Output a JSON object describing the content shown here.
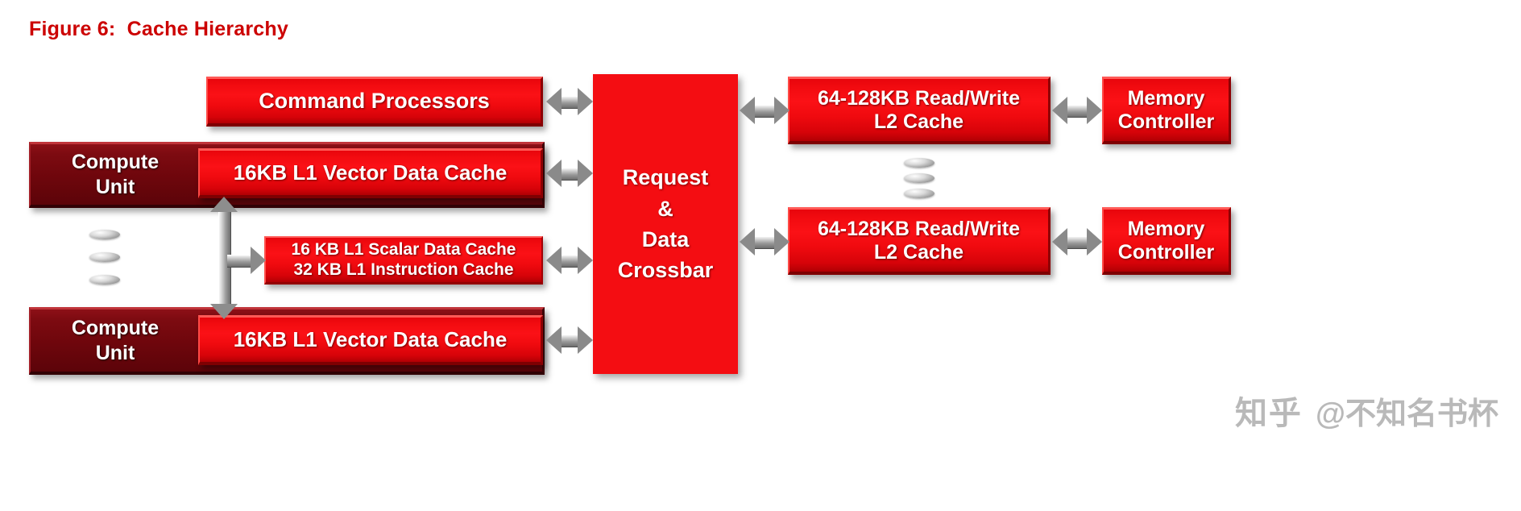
{
  "figure": {
    "title": "Figure 6:  Cache Hierarchy",
    "title_color": "#cc0000"
  },
  "palette": {
    "box_red": "#f20b10",
    "box_red_dark": "#b10004",
    "compute_unit_dark_red": "#7d0b11",
    "arrow_gray": "#8a8a8a",
    "watermark_gray": "#b9b9b9"
  },
  "nodes": {
    "command_processors": {
      "label": "Command Processors"
    },
    "compute_unit_top": {
      "label_line1": "Compute",
      "label_line2": "Unit",
      "cache_label": "16KB L1 Vector Data Cache"
    },
    "compute_unit_bottom": {
      "label_line1": "Compute",
      "label_line2": "Unit",
      "cache_label": "16KB L1 Vector Data Cache"
    },
    "shared_l1": {
      "line1": "16 KB L1 Scalar Data  Cache",
      "line2": "32 KB L1 Instruction  Cache"
    },
    "crossbar": {
      "line1": "Request",
      "line2": "&",
      "line3": "Data",
      "line4": "Crossbar"
    },
    "l2_cache_top": {
      "line1": "64-128KB Read/Write",
      "line2": "L2 Cache"
    },
    "l2_cache_bottom": {
      "line1": "64-128KB Read/Write",
      "line2": "L2 Cache"
    },
    "memory_controller_top": {
      "line1": "Memory",
      "line2": "Controller"
    },
    "memory_controller_bottom": {
      "line1": "Memory",
      "line2": "Controller"
    }
  },
  "connectors": {
    "cp_to_crossbar": "bidirectional",
    "cu_top_cache_to_crossbar": "bidirectional",
    "shared_l1_to_crossbar": "bidirectional",
    "cu_bottom_cache_to_crossbar": "bidirectional",
    "crossbar_to_l2_top": "bidirectional",
    "crossbar_to_l2_bottom": "bidirectional",
    "l2_top_to_mc_top": "bidirectional",
    "l2_bottom_to_mc_bottom": "bidirectional",
    "cu_vertical_link": "bidirectional",
    "cu_branch_to_shared_l1": "unidirectional-right"
  },
  "ellipsis": {
    "compute_units": "vertical-dots",
    "l2_caches": "vertical-dots"
  },
  "watermark": {
    "logo": "知乎",
    "handle": "@不知名书杯"
  }
}
